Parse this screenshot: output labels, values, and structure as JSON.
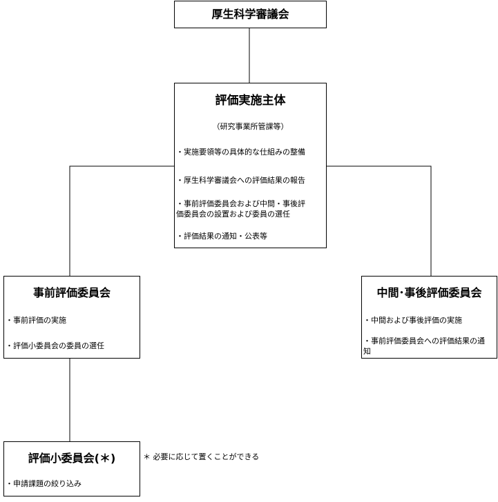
{
  "council": {
    "title": "厚生科学審議会"
  },
  "main_body": {
    "title": "評価実施主体",
    "subtitle": "（研究事業所管課等）",
    "items": [
      "実施要領等の具体的な仕組みの整備",
      "厚生科学審議会への評価結果の報告",
      "事前評価委員会および中間・事後評価委員会の設置および委員の選任",
      "評価結果の通知・公表等"
    ]
  },
  "pre_committee": {
    "title": "事前評価委員会",
    "items": [
      "事前評価の実施",
      "評価小委員会の委員の選任"
    ]
  },
  "post_committee": {
    "title": "中間･事後評価委員会",
    "items": [
      "中間および事後評価の実施",
      "事前評価委員会への評価結果の通知"
    ]
  },
  "subcommittee": {
    "title": "評価小委員会(＊)",
    "items": [
      "申請課題の絞り込み"
    ],
    "note": "＊ 必要に応じて置くことができる"
  }
}
